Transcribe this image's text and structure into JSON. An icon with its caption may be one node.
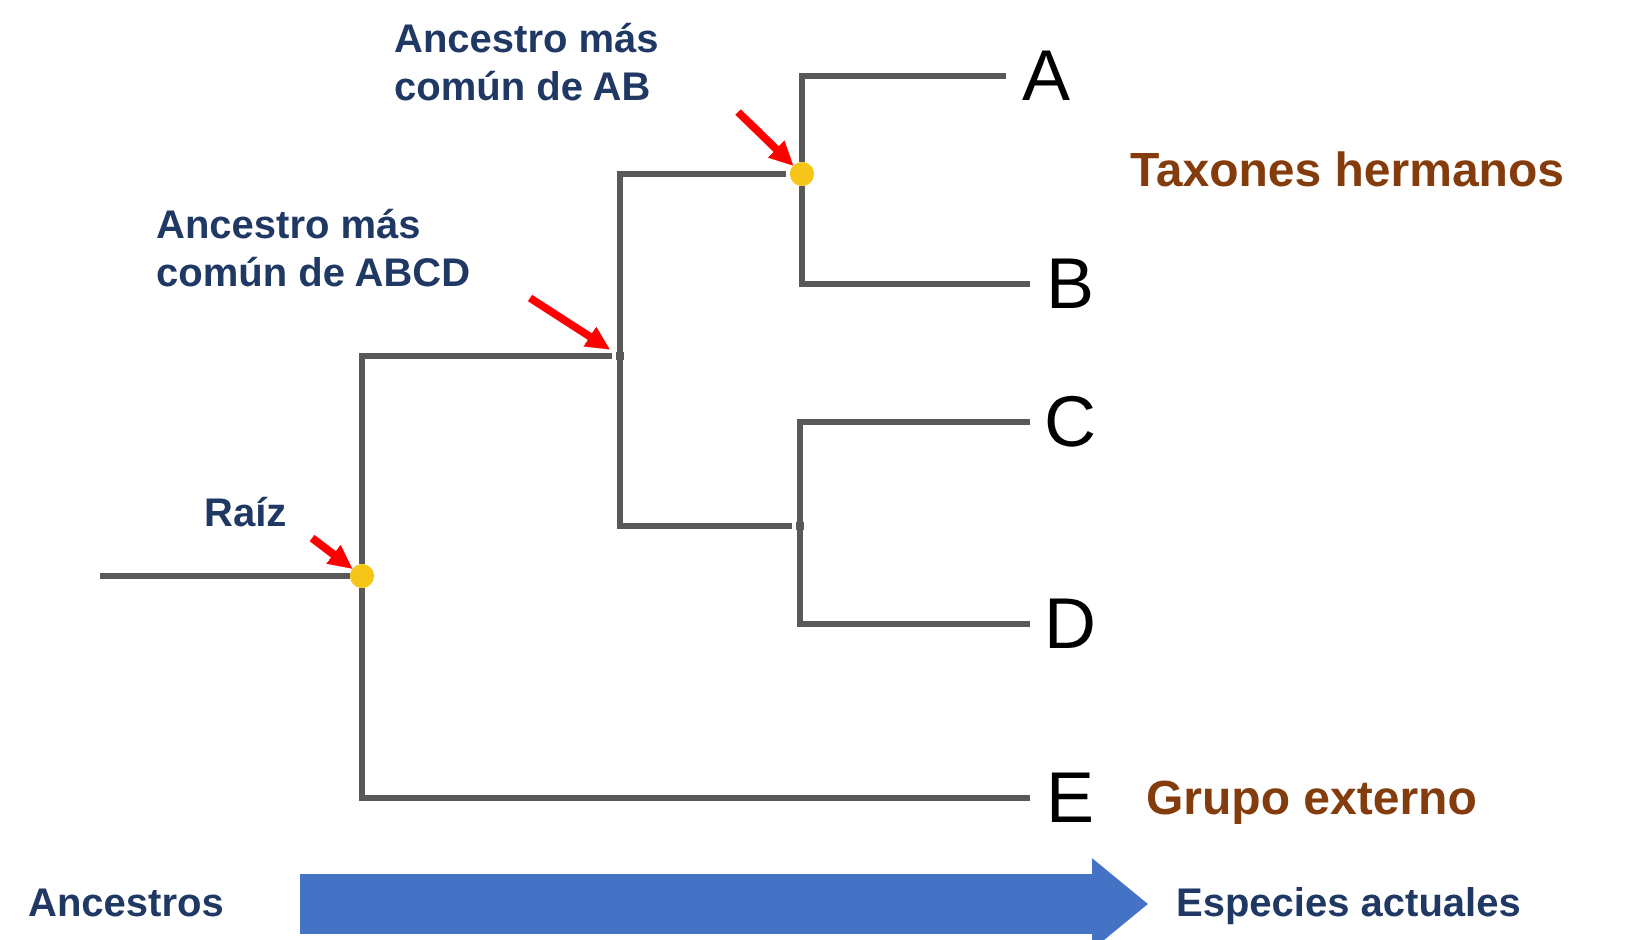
{
  "diagram": {
    "nodes": [
      {
        "text": [
          "Ancestro más común de AB"
        ]
      },
      {
        "text": [
          "A"
        ]
      },
      {
        "text": [],
        "shape": "circle"
      },
      {
        "text": [
          "Ancestro más común de ABCD"
        ]
      },
      {
        "text": [],
        "shape": "point"
      },
      {
        "text": [
          "B"
        ]
      },
      {
        "text": [
          "C"
        ]
      },
      {
        "text": [],
        "shape": "point"
      },
      {
        "text": [
          "Raíz"
        ]
      },
      {
        "text": [],
        "shape": "circle"
      },
      {
        "text": [
          "D"
        ]
      },
      {
        "text": [
          "E"
        ]
      },
      {
        "text": [
          "Ancestros"
        ]
      },
      {
        "text": [
          "Especies actuales"
        ]
      }
    ],
    "edges": [
      {
        "from": null,
        "to": 9,
        "arrow": "none"
      },
      {
        "from": 9,
        "to": 4,
        "arrow": "none"
      },
      {
        "from": 9,
        "to": 11,
        "arrow": "none"
      },
      {
        "from": 4,
        "to": 2,
        "arrow": "none"
      },
      {
        "from": 4,
        "to": 7,
        "arrow": "none"
      },
      {
        "from": 2,
        "to": 1,
        "arrow": "none"
      },
      {
        "from": 2,
        "to": 5,
        "arrow": "none"
      },
      {
        "from": 7,
        "to": 6,
        "arrow": "none"
      },
      {
        "from": 7,
        "to": 10,
        "arrow": "none"
      },
      {
        "from": 8,
        "to": 9,
        "arrow": "to",
        "color": "#ff0000"
      },
      {
        "from": 3,
        "to": 4,
        "arrow": "to",
        "color": "#ff0000"
      },
      {
        "from": 0,
        "to": 2,
        "arrow": "to",
        "color": "#ff0000"
      },
      {
        "from": 12,
        "to": 13,
        "arrow": "to",
        "style": "thick",
        "color": "#4472c4"
      }
    ],
    "labels": [
      "Taxones hermanos",
      "Grupo externo"
    ]
  }
}
